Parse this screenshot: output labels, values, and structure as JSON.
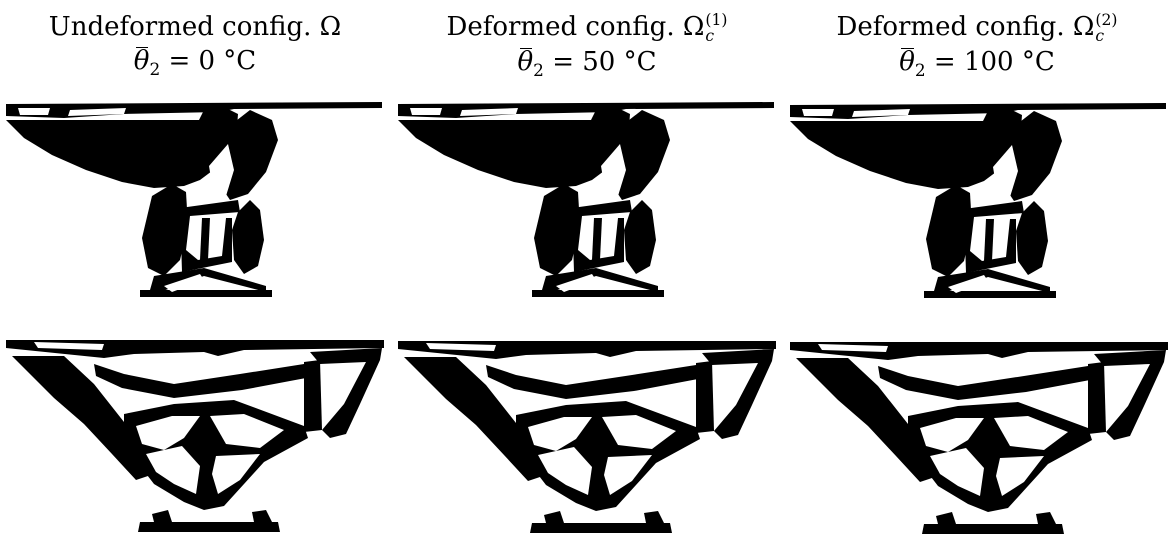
{
  "columns": [
    {
      "title_prefix": "Undeformed config.",
      "symbol": "Ω",
      "superscript": "",
      "subscript": "",
      "temp_var": "θ",
      "temp_sub": "2",
      "temp_value": "= 0 °C"
    },
    {
      "title_prefix": "Deformed config.",
      "symbol": "Ω",
      "superscript": "(1)",
      "subscript": "c",
      "temp_var": "θ",
      "temp_sub": "2",
      "temp_value": "= 50 °C"
    },
    {
      "title_prefix": "Deformed config.",
      "symbol": "Ω",
      "superscript": "(2)",
      "subscript": "c",
      "temp_var": "θ",
      "temp_sub": "2",
      "temp_value": "= 100 °C"
    }
  ],
  "colors": {
    "material": "#000000",
    "void": "#ffffff"
  }
}
